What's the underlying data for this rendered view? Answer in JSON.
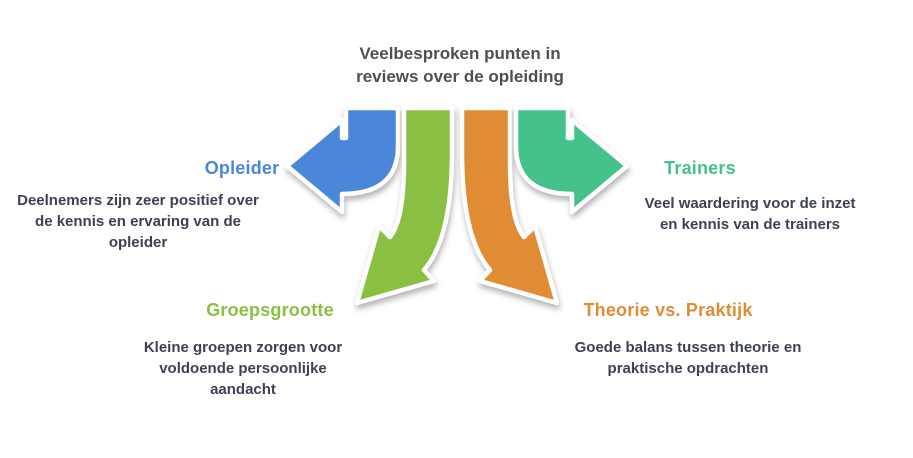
{
  "diagram": {
    "title": {
      "line1": "Veelbesproken punten in",
      "line2": "reviews over de opleiding"
    },
    "sections": {
      "opleider": {
        "label": "Opleider",
        "description": "Deelnemers zijn zeer positief over de kennis en ervaring van de opleider",
        "color": "#4a87d9",
        "direction": "left"
      },
      "trainers": {
        "label": "Trainers",
        "description": "Veel waardering voor de inzet en kennis van de trainers",
        "color": "#45c18c",
        "direction": "right"
      },
      "groepsgrootte": {
        "label": "Groepsgrootte",
        "description": "Kleine groepen zorgen voor voldoende persoonlijke aandacht",
        "color": "#8abf43",
        "direction": "down-left"
      },
      "theorie_praktijk": {
        "label": "Theorie vs. Praktijk",
        "description": "Goede balans tussen theorie en praktische opdrachten",
        "color": "#df8c35",
        "direction": "down-right"
      }
    },
    "title_color": "#4f4f4f",
    "body_text_color": "#3d4154"
  }
}
